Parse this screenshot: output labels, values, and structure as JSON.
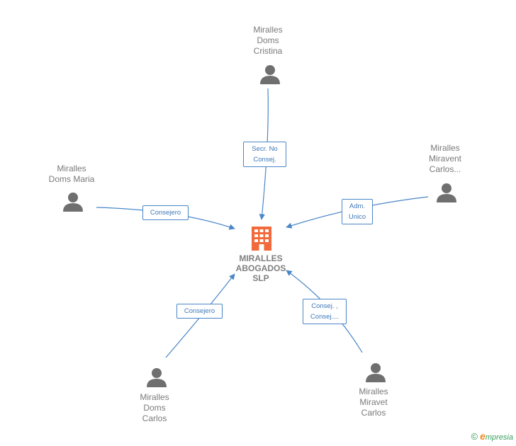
{
  "company": {
    "name_lines": [
      "MIRALLES",
      "ABOGADOS",
      "SLP"
    ],
    "icon": "building-icon",
    "color": "#f26a3b"
  },
  "people": [
    {
      "id": "top",
      "name_lines": [
        "Miralles",
        "Doms",
        "Cristina"
      ],
      "role_lines": [
        "Secr.  No",
        "Consej."
      ]
    },
    {
      "id": "left",
      "name_lines": [
        "Miralles",
        "Doms Maria"
      ],
      "role_lines": [
        "Consejero"
      ]
    },
    {
      "id": "right",
      "name_lines": [
        "Miralles",
        "Miravent",
        "Carlos..."
      ],
      "role_lines": [
        "Adm.",
        "Unico"
      ]
    },
    {
      "id": "bottom-left",
      "name_lines": [
        "Miralles",
        "Doms",
        "Carlos"
      ],
      "role_lines": [
        "Consejero"
      ]
    },
    {
      "id": "bottom-right",
      "name_lines": [
        "Miralles",
        "Miravet",
        "Carlos"
      ],
      "role_lines": [
        "Consej. ,",
        "Consej...."
      ]
    }
  ],
  "colors": {
    "edge": "#4a86c8",
    "person": "#6f6f6f",
    "label_text": "#7a7a7a"
  },
  "footer": {
    "copyright": "©",
    "brand_initial": "e",
    "brand_rest": "mpresia"
  }
}
